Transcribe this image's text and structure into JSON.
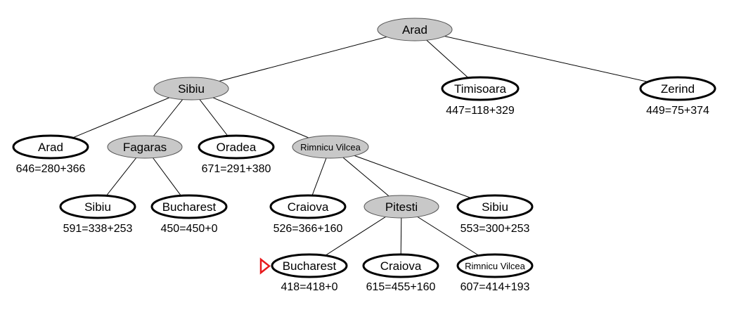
{
  "tree": {
    "root": {
      "label": "Arad",
      "state": "expanded"
    },
    "level1": [
      {
        "id": "sibiu",
        "label": "Sibiu",
        "state": "expanded",
        "cost": ""
      },
      {
        "id": "timisoara",
        "label": "Timisoara",
        "state": "frontier",
        "cost": "447=118+329"
      },
      {
        "id": "zerind",
        "label": "Zerind",
        "state": "frontier",
        "cost": "449=75+374"
      }
    ],
    "sibiu_children": [
      {
        "id": "arad2",
        "label": "Arad",
        "state": "frontier",
        "cost": "646=280+366"
      },
      {
        "id": "fagaras",
        "label": "Fagaras",
        "state": "expanded",
        "cost": ""
      },
      {
        "id": "oradea",
        "label": "Oradea",
        "state": "frontier",
        "cost": "671=291+380"
      },
      {
        "id": "rimnicu",
        "label": "Rimnicu Vilcea",
        "state": "expanded",
        "cost": ""
      }
    ],
    "fagaras_children": [
      {
        "id": "sibiu3",
        "label": "Sibiu",
        "state": "frontier",
        "cost": "591=338+253"
      },
      {
        "id": "bucharest2",
        "label": "Bucharest",
        "state": "frontier",
        "cost": "450=450+0"
      }
    ],
    "rimnicu_children": [
      {
        "id": "craiova3",
        "label": "Craiova",
        "state": "frontier",
        "cost": "526=366+160"
      },
      {
        "id": "pitesti",
        "label": "Pitesti",
        "state": "expanded",
        "cost": ""
      },
      {
        "id": "sibiu4",
        "label": "Sibiu",
        "state": "frontier",
        "cost": "553=300+253"
      }
    ],
    "pitesti_children": [
      {
        "id": "bucharest4",
        "label": "Bucharest",
        "state": "frontier",
        "cost": "418=418+0",
        "selected": true
      },
      {
        "id": "craiova4",
        "label": "Craiova",
        "state": "frontier",
        "cost": "615=455+160"
      },
      {
        "id": "rimnicu4",
        "label": "Rimnicu Vilcea",
        "state": "frontier",
        "cost": "607=414+193"
      }
    ]
  },
  "colors": {
    "expanded_fill": "#c8c8c8",
    "frontier_fill": "#ffffff",
    "marker": "#e8191c"
  }
}
